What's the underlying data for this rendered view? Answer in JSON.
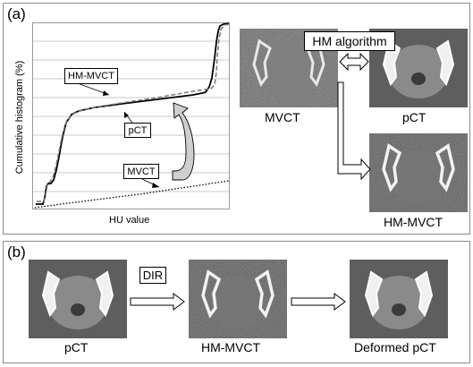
{
  "panels": {
    "a": {
      "label": "(a)",
      "plot": {
        "ylabel": "Cumulative histogram (%)",
        "xlabel": "HU value",
        "curves": {
          "hm_mvct": "HM-MVCT",
          "pct": "pCT",
          "mvct": "MVCT"
        }
      },
      "algorithm_label": "HM algorithm",
      "images": {
        "mvct": "MVCT",
        "pct": "pCT",
        "hm_mvct": "HM-MVCT"
      }
    },
    "b": {
      "label": "(b)",
      "dir_label": "DIR",
      "images": {
        "pct": "pCT",
        "hm_mvct": "HM-MVCT",
        "deformed": "Deformed pCT"
      }
    }
  }
}
